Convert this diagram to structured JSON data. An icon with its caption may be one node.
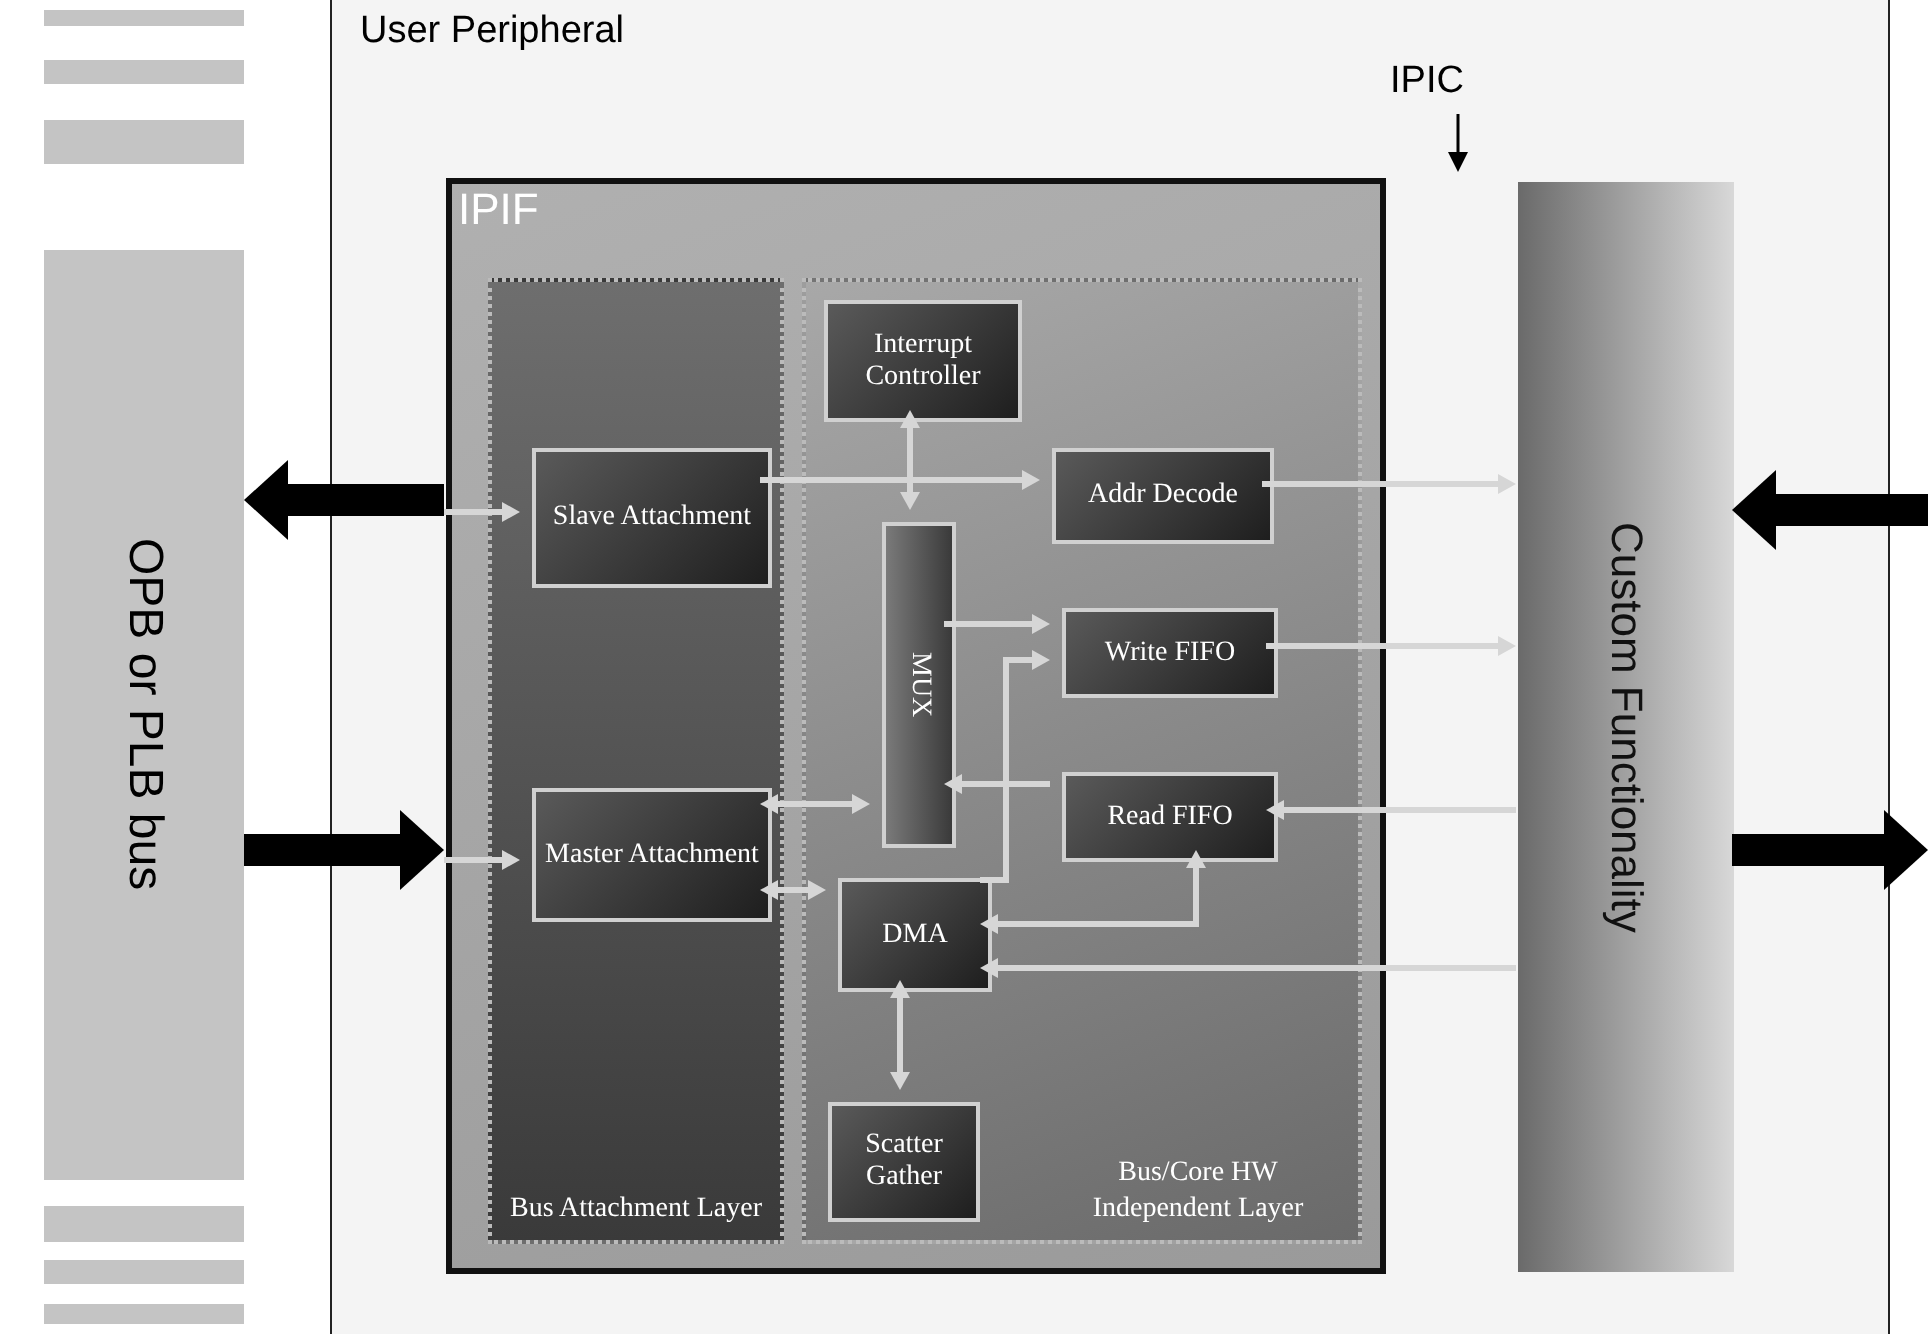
{
  "diagram": {
    "nodes": [
      {
        "text": [
          "OPB or PLB bus"
        ]
      },
      {
        "text": [
          "User Peripheral"
        ]
      },
      {
        "text": [
          "IPIF"
        ],
        "in": 1
      },
      {
        "text": [
          "Bus Attachment Layer"
        ],
        "in": 2
      },
      {
        "text": [
          "Slave Attachment"
        ],
        "in": 3
      },
      {
        "text": [
          "Master Attachment"
        ],
        "in": 3
      },
      {
        "text": [
          "Bus/Core HW Independent Layer"
        ],
        "in": 2
      },
      {
        "text": [
          "Interrupt Controller"
        ],
        "in": 6
      },
      {
        "text": [
          "Addr Decode"
        ],
        "in": 6
      },
      {
        "text": [
          "MUX"
        ],
        "in": 6
      },
      {
        "text": [
          "Write FIFO"
        ],
        "in": 6
      },
      {
        "text": [
          "Read FIFO"
        ],
        "in": 6
      },
      {
        "text": [
          "DMA"
        ],
        "in": 6
      },
      {
        "text": [
          "Scatter Gather"
        ],
        "in": 6
      },
      {
        "text": [
          "Custom Functionality"
        ],
        "in": 1
      }
    ],
    "edges": [
      {
        "from": 2,
        "to": 0,
        "arrow": "to",
        "style": "thick",
        "color": "#000000"
      },
      {
        "from": 0,
        "to": 2,
        "arrow": "to",
        "style": "thick",
        "color": "#000000"
      },
      {
        "from": 2,
        "to": 4,
        "arrow": "to"
      },
      {
        "from": 2,
        "to": 5,
        "arrow": "to"
      },
      {
        "from": 4,
        "to": 8,
        "arrow": "to"
      },
      {
        "from": 7,
        "to": 9,
        "arrow": "both"
      },
      {
        "from": 5,
        "to": 9,
        "arrow": "both"
      },
      {
        "from": 5,
        "to": 12,
        "arrow": "both"
      },
      {
        "from": 9,
        "to": 10,
        "arrow": "to"
      },
      {
        "from": 11,
        "to": 9,
        "arrow": "to"
      },
      {
        "from": 12,
        "to": 10,
        "arrow": "to"
      },
      {
        "from": 12,
        "to": 11,
        "arrow": "both"
      },
      {
        "from": 12,
        "to": 13,
        "arrow": "both"
      },
      {
        "from": 8,
        "to": 14,
        "arrow": "to"
      },
      {
        "from": 10,
        "to": 14,
        "arrow": "to"
      },
      {
        "from": 14,
        "to": 11,
        "arrow": "to"
      },
      {
        "from": 14,
        "to": 12,
        "arrow": "to"
      },
      {
        "from": null,
        "to": 14,
        "arrow": "to",
        "style": "thick",
        "color": "#000000"
      },
      {
        "from": 14,
        "to": null,
        "arrow": "to",
        "style": "thick",
        "color": "#000000"
      }
    ],
    "labels": [
      "IPIC"
    ]
  }
}
